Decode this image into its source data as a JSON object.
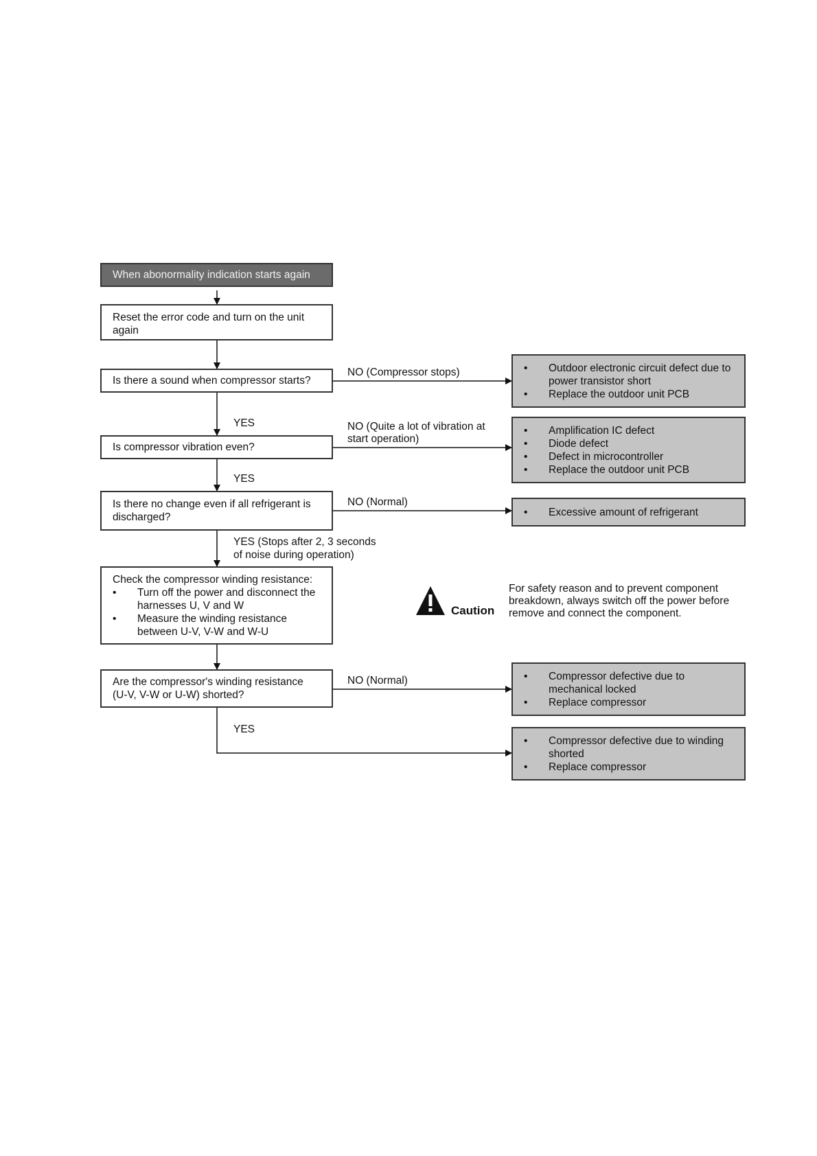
{
  "start": "When abonormality indication starts again",
  "reset": "Reset the error code and turn on the unit again",
  "q1": "Is there a sound when compressor starts?",
  "q1_no": "NO (Compressor stops)",
  "r1": [
    "Outdoor electronic circuit defect due to power transistor short",
    "Replace the outdoor unit PCB"
  ],
  "q1_yes": "YES",
  "q2": "Is compressor vibration even?",
  "q2_no": [
    "NO (Quite a lot of vibration at",
    "start operation)"
  ],
  "r2": [
    "Amplification IC defect",
    "Diode defect",
    "Defect in microcontroller",
    "Replace the outdoor unit PCB"
  ],
  "q2_yes": "YES",
  "q3": "Is there no change even if all refrigerant is discharged?",
  "q3_no": "NO (Normal)",
  "r3": [
    "Excessive amount of refrigerant"
  ],
  "q3_yes": [
    "YES (Stops after 2, 3 seconds",
    "of noise during operation)"
  ],
  "check": {
    "title": "Check the compressor winding resistance:",
    "items": [
      "Turn off the power and disconnect the harnesses U, V and W",
      "Measure the winding resistance between U-V, V-W and W-U"
    ]
  },
  "caution": {
    "word": "Caution",
    "text": "For safety reason and to prevent component breakdown, always switch off the power before remove and connect the component."
  },
  "q4": "Are the compressor's winding resistance (U-V, V-W or U-W) shorted?",
  "q4_no": "NO (Normal)",
  "r4": [
    "Compressor defective due to mechanical locked",
    "Replace compressor"
  ],
  "q4_yes": "YES",
  "r5": [
    "Compressor defective due to winding shorted",
    "Replace compressor"
  ]
}
